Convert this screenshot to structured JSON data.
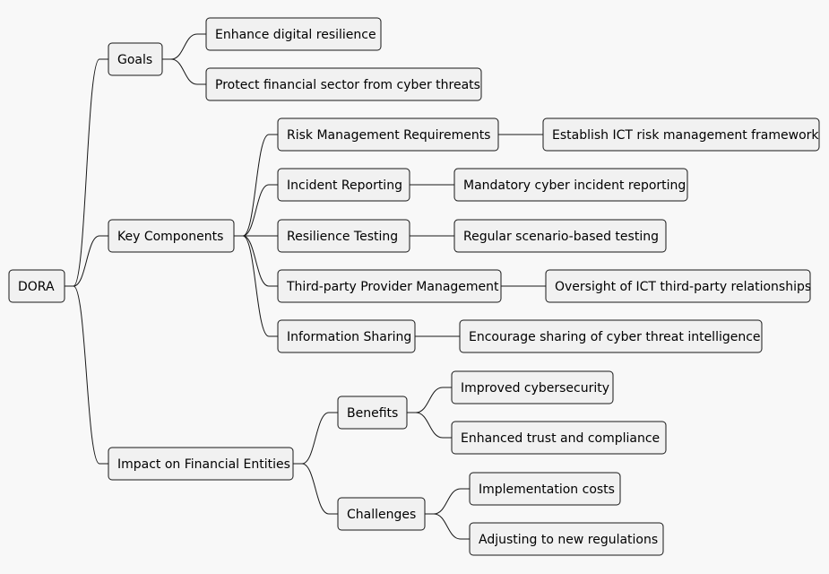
{
  "mindmap": {
    "root": "DORA",
    "branches": [
      {
        "label": "Goals",
        "children": [
          {
            "label": "Enhance digital resilience",
            "children": []
          },
          {
            "label": "Protect financial sector from cyber threats",
            "children": []
          }
        ]
      },
      {
        "label": "Key Components",
        "children": [
          {
            "label": "Risk Management Requirements",
            "children": [
              {
                "label": "Establish ICT risk management framework"
              }
            ]
          },
          {
            "label": "Incident Reporting",
            "children": [
              {
                "label": "Mandatory cyber incident reporting"
              }
            ]
          },
          {
            "label": "Resilience Testing",
            "children": [
              {
                "label": "Regular scenario-based testing"
              }
            ]
          },
          {
            "label": "Third-party Provider Management",
            "children": [
              {
                "label": "Oversight of ICT third-party relationships"
              }
            ]
          },
          {
            "label": "Information Sharing",
            "children": [
              {
                "label": "Encourage sharing of cyber threat intelligence"
              }
            ]
          }
        ]
      },
      {
        "label": "Impact on Financial Entities",
        "children": [
          {
            "label": "Benefits",
            "children": [
              {
                "label": "Improved cybersecurity"
              },
              {
                "label": "Enhanced trust and compliance"
              }
            ]
          },
          {
            "label": "Challenges",
            "children": [
              {
                "label": "Implementation costs"
              },
              {
                "label": "Adjusting to new regulations"
              }
            ]
          }
        ]
      }
    ]
  }
}
